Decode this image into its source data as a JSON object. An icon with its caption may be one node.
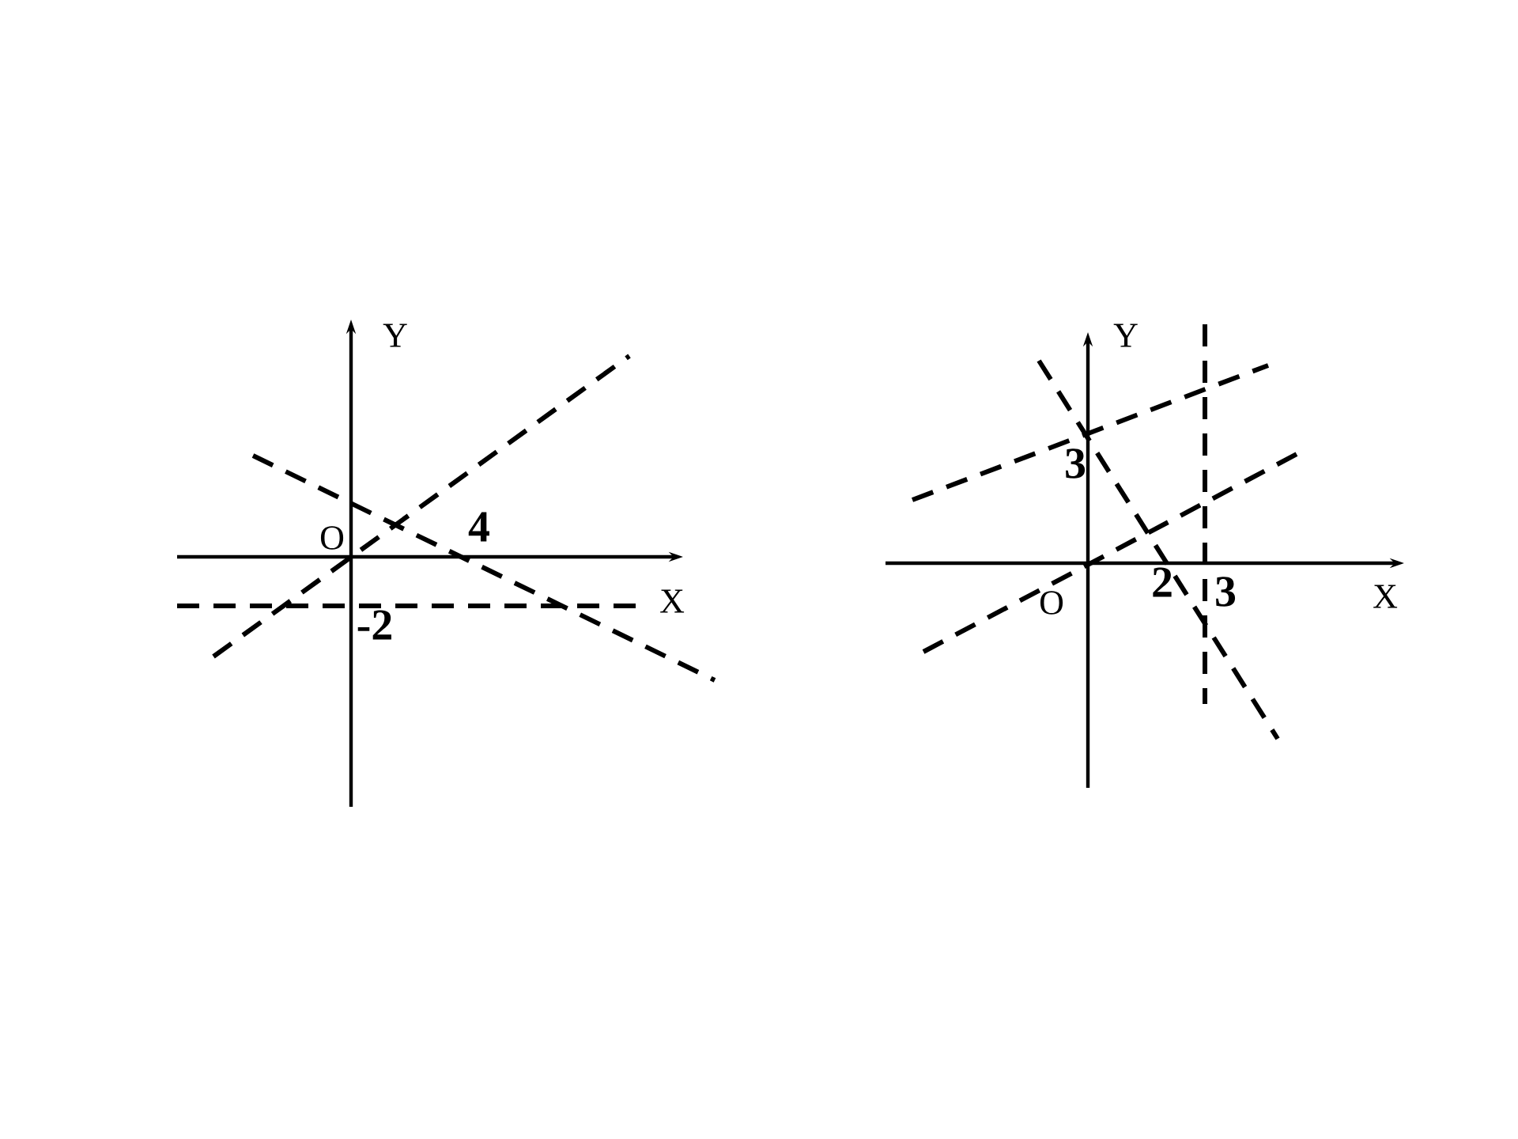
{
  "diagram": {
    "labels": [
      "Y",
      "O",
      "4",
      "X",
      "-2",
      "Y",
      "3",
      "O",
      "2",
      "3",
      "X"
    ]
  }
}
